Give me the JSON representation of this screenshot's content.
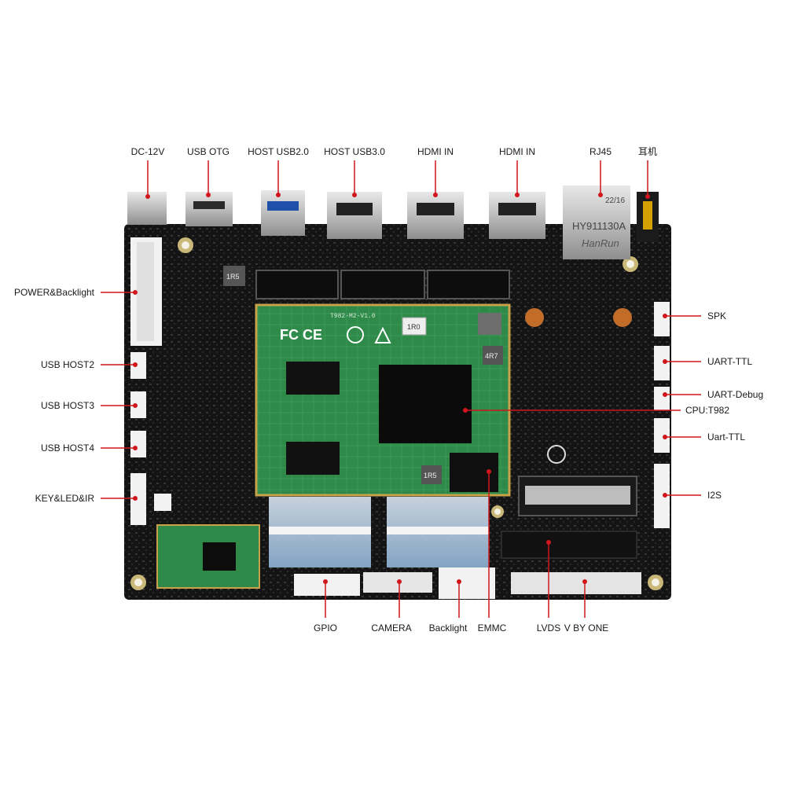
{
  "colors": {
    "accent": "#d0161c",
    "board": "#141414",
    "module": "#2f8a4a",
    "chip": "#0c0c0c"
  },
  "labels": {
    "top": {
      "dc12v": "DC-12V",
      "usb_otg": "USB OTG",
      "host_usb2": "HOST USB2.0",
      "host_usb3": "HOST USB3.0",
      "hdmi_in_1": "HDMI IN",
      "hdmi_in_2": "HDMI IN",
      "rj45": "RJ45",
      "earphone": "耳机"
    },
    "left": {
      "power_backlight": "POWER&Backlight",
      "usb_host2": "USB HOST2",
      "usb_host3": "USB HOST3",
      "usb_host4": "USB HOST4",
      "key_led_ir": "KEY&LED&IR"
    },
    "right": {
      "spk": "SPK",
      "uart_ttl": "UART-TTL",
      "uart_debug": "UART-Debug",
      "cpu": "CPU:T982",
      "uart_ttl_2": "Uart-TTL",
      "i2s": "I2S"
    },
    "bottom": {
      "gpio": "GPIO",
      "camera": "CAMERA",
      "backlight": "Backlight",
      "emmc": "EMMC",
      "lvds": "LVDS",
      "v_by_one": "V BY ONE"
    }
  },
  "board_text": {
    "module_name": "T982-M2-V1.0",
    "rj45_part": "HY911130A",
    "rj45_brand": "HanRun",
    "rj45_date": "22/16",
    "inductor_1": "1R0",
    "inductor_2": "4R7",
    "inductor_3": "1R5",
    "inductor_4": "1R5"
  }
}
